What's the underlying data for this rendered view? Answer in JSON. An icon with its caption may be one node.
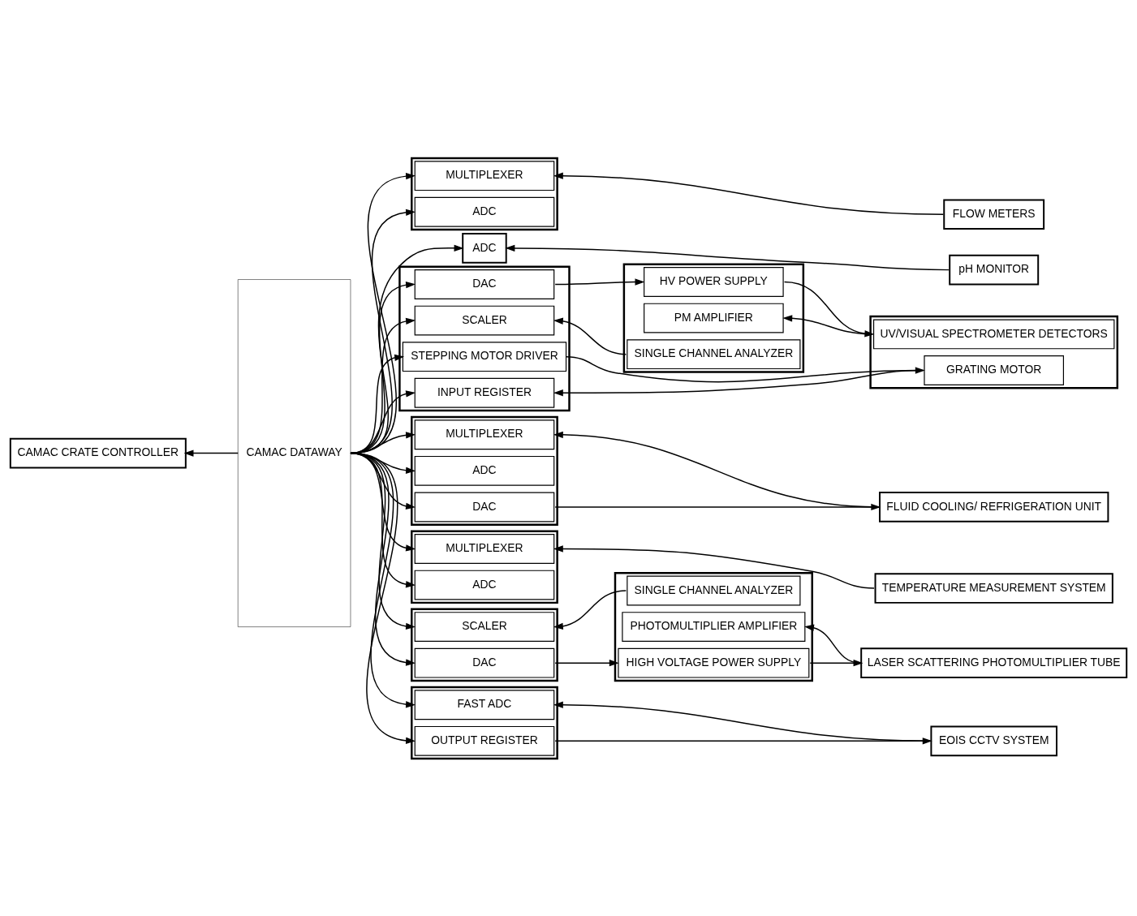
{
  "diagram": {
    "nodes": [
      {
        "text": [
          "CAMAC CRATE CONTROLLER"
        ]
      },
      {
        "text": [
          "CAMAC DATAWAY"
        ]
      },
      {
        "text": [],
        "shape": "box"
      },
      {
        "text": [
          "MULTIPLEXER"
        ],
        "in": 2
      },
      {
        "text": [
          "ADC"
        ],
        "in": 2
      },
      {
        "text": [
          "ADC"
        ]
      },
      {
        "text": [],
        "shape": "box"
      },
      {
        "text": [
          "DAC"
        ],
        "in": 6
      },
      {
        "text": [
          "SCALER"
        ],
        "in": 6
      },
      {
        "text": [
          "STEPPING MOTOR DRIVER"
        ],
        "in": 6
      },
      {
        "text": [
          "INPUT REGISTER"
        ],
        "in": 6
      },
      {
        "text": [],
        "shape": "box"
      },
      {
        "text": [
          "MULTIPLEXER"
        ],
        "in": 11
      },
      {
        "text": [
          "ADC"
        ],
        "in": 11
      },
      {
        "text": [
          "DAC"
        ],
        "in": 11
      },
      {
        "text": [],
        "shape": "box"
      },
      {
        "text": [
          "MULTIPLEXER"
        ],
        "in": 15
      },
      {
        "text": [
          "ADC"
        ],
        "in": 15
      },
      {
        "text": [],
        "shape": "box"
      },
      {
        "text": [
          "SCALER"
        ],
        "in": 18
      },
      {
        "text": [
          "DAC"
        ],
        "in": 18
      },
      {
        "text": [],
        "shape": "box"
      },
      {
        "text": [
          "FAST ADC"
        ],
        "in": 21
      },
      {
        "text": [
          "OUTPUT REGISTER"
        ],
        "in": 21
      },
      {
        "text": [],
        "shape": "box"
      },
      {
        "text": [
          "HV POWER SUPPLY"
        ],
        "in": 24
      },
      {
        "text": [
          "PM AMPLIFIER"
        ],
        "in": 24
      },
      {
        "text": [
          "SINGLE CHANNEL ANALYZER"
        ],
        "in": 24
      },
      {
        "text": [],
        "shape": "box"
      },
      {
        "text": [
          "SINGLE CHANNEL ANALYZER"
        ],
        "in": 28
      },
      {
        "text": [
          "PHOTOMULTIPLIER AMPLIFIER"
        ],
        "in": 28
      },
      {
        "text": [
          "HIGH VOLTAGE POWER SUPPLY"
        ],
        "in": 28
      },
      {
        "text": [
          "FLOW METERS"
        ]
      },
      {
        "text": [
          "pH MONITOR"
        ]
      },
      {
        "text": [],
        "shape": "box"
      },
      {
        "text": [
          "UV/VISUAL SPECTROMETER DETECTORS"
        ],
        "in": 34
      },
      {
        "text": [
          "GRATING MOTOR"
        ],
        "in": 34
      },
      {
        "text": [
          "FLUID COOLING/ REFRIGERATION UNIT"
        ]
      },
      {
        "text": [
          "TEMPERATURE MEASUREMENT SYSTEM"
        ]
      },
      {
        "text": [
          "LASER SCATTERING PHOTOMULTIPLIER TUBE"
        ]
      },
      {
        "text": [
          "EOIS CCTV SYSTEM"
        ]
      }
    ],
    "edges": [
      {
        "from": 1,
        "to": 0,
        "arrow": "to"
      },
      {
        "from": 1,
        "to": 3,
        "arrow": "to"
      },
      {
        "from": 1,
        "to": 4,
        "arrow": "to"
      },
      {
        "from": 1,
        "to": 5,
        "arrow": "to"
      },
      {
        "from": 1,
        "to": 7,
        "arrow": "to"
      },
      {
        "from": 1,
        "to": 8,
        "arrow": "to"
      },
      {
        "from": 1,
        "to": 9,
        "arrow": "to"
      },
      {
        "from": 1,
        "to": 10,
        "arrow": "to"
      },
      {
        "from": 1,
        "to": 12,
        "arrow": "to"
      },
      {
        "from": 1,
        "to": 13,
        "arrow": "to"
      },
      {
        "from": 1,
        "to": 14,
        "arrow": "to"
      },
      {
        "from": 1,
        "to": 16,
        "arrow": "to"
      },
      {
        "from": 1,
        "to": 17,
        "arrow": "to"
      },
      {
        "from": 1,
        "to": 19,
        "arrow": "to"
      },
      {
        "from": 1,
        "to": 20,
        "arrow": "to"
      },
      {
        "from": 1,
        "to": 22,
        "arrow": "to"
      },
      {
        "from": 1,
        "to": 23,
        "arrow": "to"
      },
      {
        "from": 32,
        "to": 3,
        "arrow": "to"
      },
      {
        "from": 33,
        "to": 5,
        "arrow": "to"
      },
      {
        "from": 7,
        "to": 25,
        "arrow": "to"
      },
      {
        "from": 25,
        "to": 35,
        "arrow": "to"
      },
      {
        "from": 35,
        "to": 26,
        "arrow": "to"
      },
      {
        "from": 27,
        "to": 8,
        "arrow": "to"
      },
      {
        "from": 9,
        "to": 36,
        "arrow": "to"
      },
      {
        "from": 36,
        "to": 10,
        "arrow": "to"
      },
      {
        "from": 37,
        "to": 12,
        "arrow": "to"
      },
      {
        "from": 14,
        "to": 37,
        "arrow": "to"
      },
      {
        "from": 38,
        "to": 16,
        "arrow": "to"
      },
      {
        "from": 29,
        "to": 19,
        "arrow": "to"
      },
      {
        "from": 39,
        "to": 30,
        "arrow": "to"
      },
      {
        "from": 20,
        "to": 31,
        "arrow": "to"
      },
      {
        "from": 31,
        "to": 39,
        "arrow": "to"
      },
      {
        "from": 40,
        "to": 22,
        "arrow": "to"
      },
      {
        "from": 23,
        "to": 40,
        "arrow": "to"
      }
    ]
  }
}
